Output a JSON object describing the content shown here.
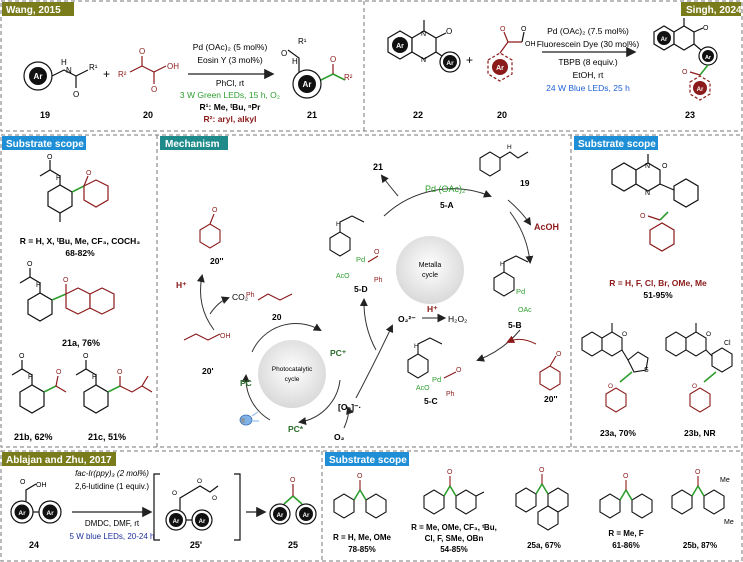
{
  "colors": {
    "olive": "#7a7c1c",
    "teal": "#1f8a8a",
    "blue": "#1e8fd6",
    "green": "#2e9e2e",
    "darkred": "#8b1a1a",
    "navy": "#1f2f9e"
  },
  "top_left": {
    "tag": "Wang, 2015",
    "conditions": [
      "Pd (OAc)₂ (5 mol%)",
      "Eosin Y (3 mol%)",
      "PhCl, rt",
      "3 W Green LEDs, 15 h, O₂",
      "R¹: Me, ᵗBu, ⁿPr",
      "R²: aryl, alkyl"
    ],
    "labels": [
      "19",
      "20",
      "21"
    ],
    "ar": "Ar",
    "r1": "R¹",
    "r2": "R²",
    "nh": "H",
    "n": "N",
    "o": "O",
    "oh": "OH",
    "plus": "+"
  },
  "top_right": {
    "tag": "Singh, 2024",
    "conditions": [
      "Pd (OAc)₂ (7.5 mol%)",
      "Fluorescein Dye (30 mol%)",
      "TBPB (8 equiv.)",
      "EtOH, rt",
      "24 W Blue LEDs, 25 h"
    ],
    "labels": [
      "22",
      "20",
      "23"
    ]
  },
  "substrate_left": {
    "tag": "Substrate scope",
    "r_text": "R = H, X, ᵗBu, Me, CF₃, COCH₃",
    "yield1": "68-82%",
    "c21a": "21a, 76%",
    "c21b": "21b, 62%",
    "c21c": "21c, 51%"
  },
  "mechanism": {
    "tag": "Mechanism",
    "pd_cat": "Pd (OAc)₂",
    "l5a": "5-A",
    "l5b": "5-B",
    "l5c": "5-C",
    "l5d": "5-D",
    "l19": "19",
    "l20": "20",
    "l21": "21",
    "l20pp": "20''",
    "l20p": "20'",
    "acoh": "AcOH",
    "co2": "CO₂",
    "hplus": "H⁺",
    "o2m": "O₂²⁻",
    "h2o2": "H₂O₂",
    "o2rad": "[O₂]⁻·",
    "o2": "O₂",
    "pc": "PC",
    "pcplus": "PC⁺",
    "pcstar": "PC*",
    "metalla": [
      "Metalla",
      "cycle"
    ],
    "photo": [
      "Photocatalytic",
      "cycle"
    ],
    "pd": "Pd",
    "aco": "AcO",
    "oac": "OAc",
    "ph": "Ph"
  },
  "substrate_right": {
    "tag": "Substrate scope",
    "r_text": "R = H, F, Cl, Br, OMe, Me",
    "yield": "51-95%",
    "c23a": "23a, 70%",
    "c23b": "23b, NR",
    "cl": "Cl",
    "s": "S"
  },
  "bottom_left": {
    "tag": "Ablajan and Zhu, 2017",
    "conditions": [
      "fac-Ir(ppy)₃ (2 mol%)",
      "2,6-lutidine (1 equiv.)",
      "DMDC, DMF, rt",
      "5 W blue LEDs, 20-24 h"
    ],
    "labels": [
      "24",
      "25'",
      "25"
    ]
  },
  "substrate_bottom": {
    "tag": "Substrate scope",
    "c1": [
      "R = H, Me, OMe",
      "78-85%"
    ],
    "c2": [
      "R = Me, OMe, CF₃, ᵗBu,",
      "Cl, F, SMe, OBn",
      "54-85%"
    ],
    "c3": "25a, 67%",
    "c4": [
      "R = Me, F",
      "61-86%"
    ],
    "c5": "25b, 87%",
    "me": "Me"
  }
}
